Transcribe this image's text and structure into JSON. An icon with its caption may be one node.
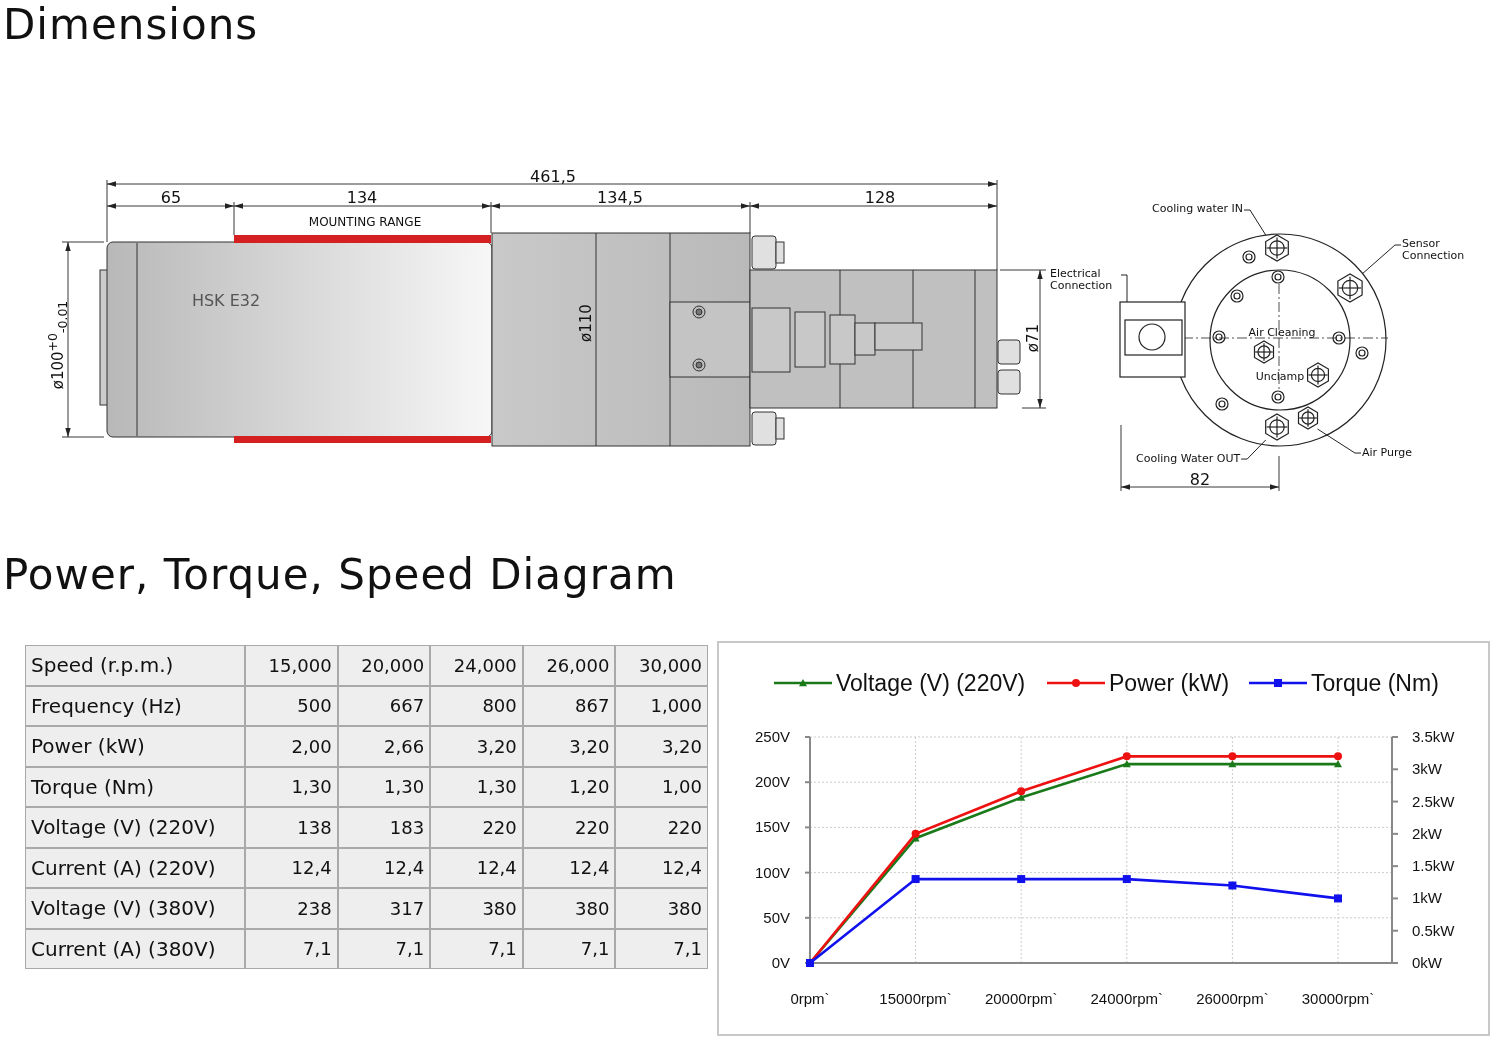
{
  "diagram": {
    "title": "Dimensions",
    "nodes": [
      {
        "text": [
          "Cooling water IN"
        ]
      },
      {
        "text": [
          "Sensor Connection"
        ]
      },
      {
        "text": [
          "Electrical Connection"
        ]
      },
      {
        "text": [
          "Cooling Water OUT"
        ]
      },
      {
        "text": [
          "Air Purge"
        ]
      },
      {
        "text": [],
        "shape": "hexagon"
      },
      {
        "text": [],
        "shape": "hexagon"
      },
      {
        "text": [],
        "shape": "box"
      },
      {
        "text": [],
        "shape": "hexagon"
      },
      {
        "text": [],
        "shape": "hexagon"
      }
    ],
    "edges": [
      {
        "from": 0,
        "to": 5,
        "arrow": "none"
      },
      {
        "from": 1,
        "to": 6,
        "arrow": "none"
      },
      {
        "from": 2,
        "to": 7,
        "arrow": "none"
      },
      {
        "from": 3,
        "to": 8,
        "arrow": "none"
      },
      {
        "from": 4,
        "to": 9,
        "arrow": "none"
      }
    ],
    "labels": [
      "461,5",
      "65",
      "134",
      "134,5",
      "128",
      "MOUNTING RANGE",
      "HSK E32",
      "ø100$^{+0}$$_{-0.01}$",
      "ø110",
      "ø71",
      "Air Cleaning",
      "Unclamp",
      "82",
      "Power, Torque, Speed Diagram",
      "Speed (r.p.m.)",
      "15,000",
      "20,000",
      "24,000",
      "26,000",
      "30,000",
      "Frequency (Hz)",
      "500",
      "667",
      "800",
      "867",
      "1,000",
      "Power (kW)",
      "2,00",
      "2,66",
      "3,20",
      "3,20",
      "3,20",
      "Torque (Nm)",
      "1,30",
      "1,30",
      "1,30",
      "1,20",
      "1,00",
      "Voltage (V) (220V)",
      "138",
      "183",
      "220",
      "220",
      "220",
      "Current (A) (220V)",
      "12,4",
      "12,4",
      "12,4",
      "12,4",
      "12,4",
      "Voltage (V) (380V)",
      "238",
      "317",
      "380",
      "380",
      "380",
      "Current (A) (380V)",
      "7,1",
      "7,1",
      "7,1",
      "7,1",
      "7,1"
    ],
    "chart_data": {
      "type": "line",
      "categories": [
        "0rpm`",
        "15000rpm`",
        "20000rpm`",
        "24000rpm`",
        "26000rpm`",
        "30000rpm`"
      ],
      "series": [
        {
          "name": "Voltage (V) (220V)",
          "color": "#1a7a1a",
          "marker": "triangle",
          "values": [
            0,
            138,
            183,
            220,
            220,
            220
          ]
        },
        {
          "name": "Power (kW)",
          "color": "#ee1111",
          "marker": "circle",
          "axis": "y2",
          "values": [
            0,
            2.0,
            2.66,
            3.2,
            3.2,
            3.2
          ]
        },
        {
          "name": "Torque (Nm)",
          "color": "#1111ee",
          "marker": "square",
          "axis": "y2",
          "values": [
            0,
            1.3,
            1.3,
            1.3,
            1.2,
            1.0
          ]
        }
      ],
      "ylim": [
        0,
        250
      ],
      "yticks": [
        {
          "value": 0,
          "label": "0V"
        },
        {
          "value": 50,
          "label": "50V"
        },
        {
          "value": 100,
          "label": "100V"
        },
        {
          "value": 150,
          "label": "150V"
        },
        {
          "value": 200,
          "label": "200V"
        },
        {
          "value": 250,
          "label": "250V"
        }
      ],
      "y2lim": [
        0,
        3.5
      ],
      "y2ticks": [
        {
          "value": 0,
          "label": "0kW"
        },
        {
          "value": 0.5,
          "label": "0.5kW"
        },
        {
          "value": 1,
          "label": "1kW"
        },
        {
          "value": 1.5,
          "label": "1.5kW"
        },
        {
          "value": 2,
          "label": "2kW"
        },
        {
          "value": 2.5,
          "label": "2.5kW"
        },
        {
          "value": 3,
          "label": "3kW"
        },
        {
          "value": 3.5,
          "label": "3.5kW"
        }
      ],
      "grid": true,
      "legend": "top"
    }
  }
}
